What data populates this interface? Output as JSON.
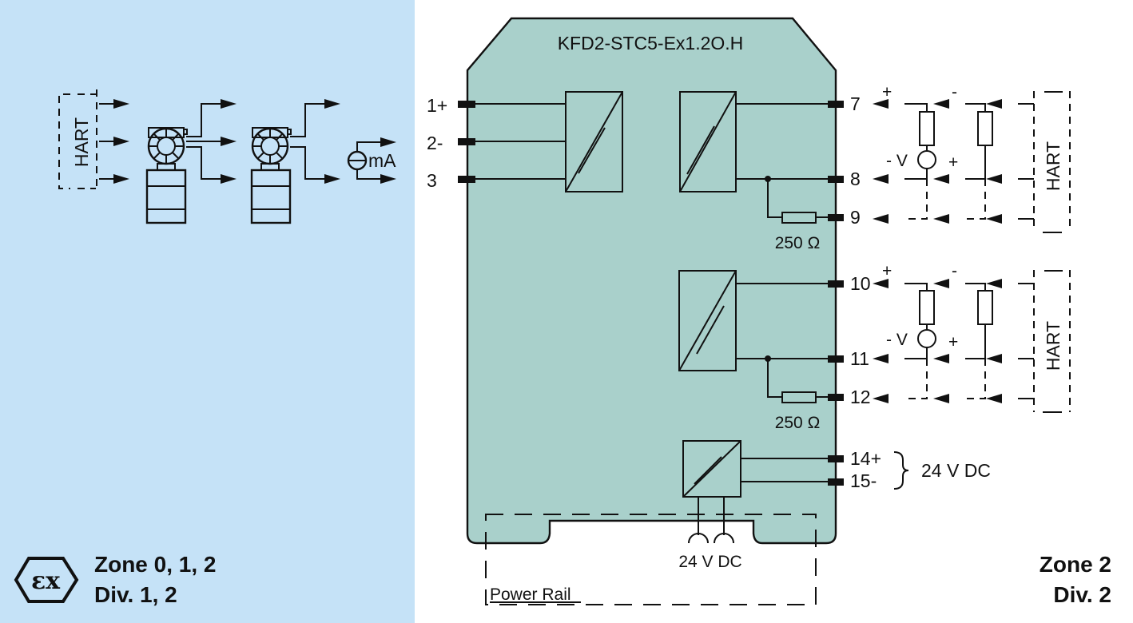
{
  "diagram": {
    "title": "KFD2-STC5-Ex1.2O.H",
    "colors": {
      "hazardous_area_bg": "#c5e2f7",
      "device_body": "#a9d0cb",
      "line": "#111111",
      "safe_area_bg": "#ffffff"
    },
    "hazardous_area": {
      "hart_label": "HART",
      "ma_label": "mA",
      "devices": [
        {
          "type": "transmitter",
          "icon": "transmitter-icon"
        },
        {
          "type": "transmitter",
          "icon": "transmitter-icon"
        },
        {
          "type": "current-source",
          "icon": "current-source-icon"
        }
      ],
      "zone_label": "Zone 0, 1, 2",
      "div_label": "Div. 1, 2",
      "ex_symbol": "εx"
    },
    "input_terminals": [
      {
        "id": "1",
        "label": "1+"
      },
      {
        "id": "2",
        "label": "2-"
      },
      {
        "id": "3",
        "label": "3"
      }
    ],
    "output_terminals": [
      {
        "id": "7",
        "label": "7"
      },
      {
        "id": "8",
        "label": "8"
      },
      {
        "id": "9",
        "label": "9"
      },
      {
        "id": "10",
        "label": "10"
      },
      {
        "id": "11",
        "label": "11"
      },
      {
        "id": "12",
        "label": "12"
      },
      {
        "id": "14",
        "label": "14+"
      },
      {
        "id": "15",
        "label": "15-"
      }
    ],
    "resistors": [
      {
        "label": "250 Ω"
      },
      {
        "label": "250 Ω"
      }
    ],
    "output_circuits": [
      {
        "plus_label": "+",
        "minus_label": "-",
        "v_minus_label": "- V",
        "plus2_label": "+",
        "hart_label": "HART"
      },
      {
        "plus_label": "+",
        "minus_label": "-",
        "v_minus_label": "- V",
        "plus2_label": "+",
        "hart_label": "HART"
      }
    ],
    "supply": {
      "label": "24 V DC",
      "power_rail_voltage": "24 V DC",
      "power_rail_label": "Power Rail"
    },
    "safe_area": {
      "zone_label": "Zone 2",
      "div_label": "Div. 2"
    }
  }
}
